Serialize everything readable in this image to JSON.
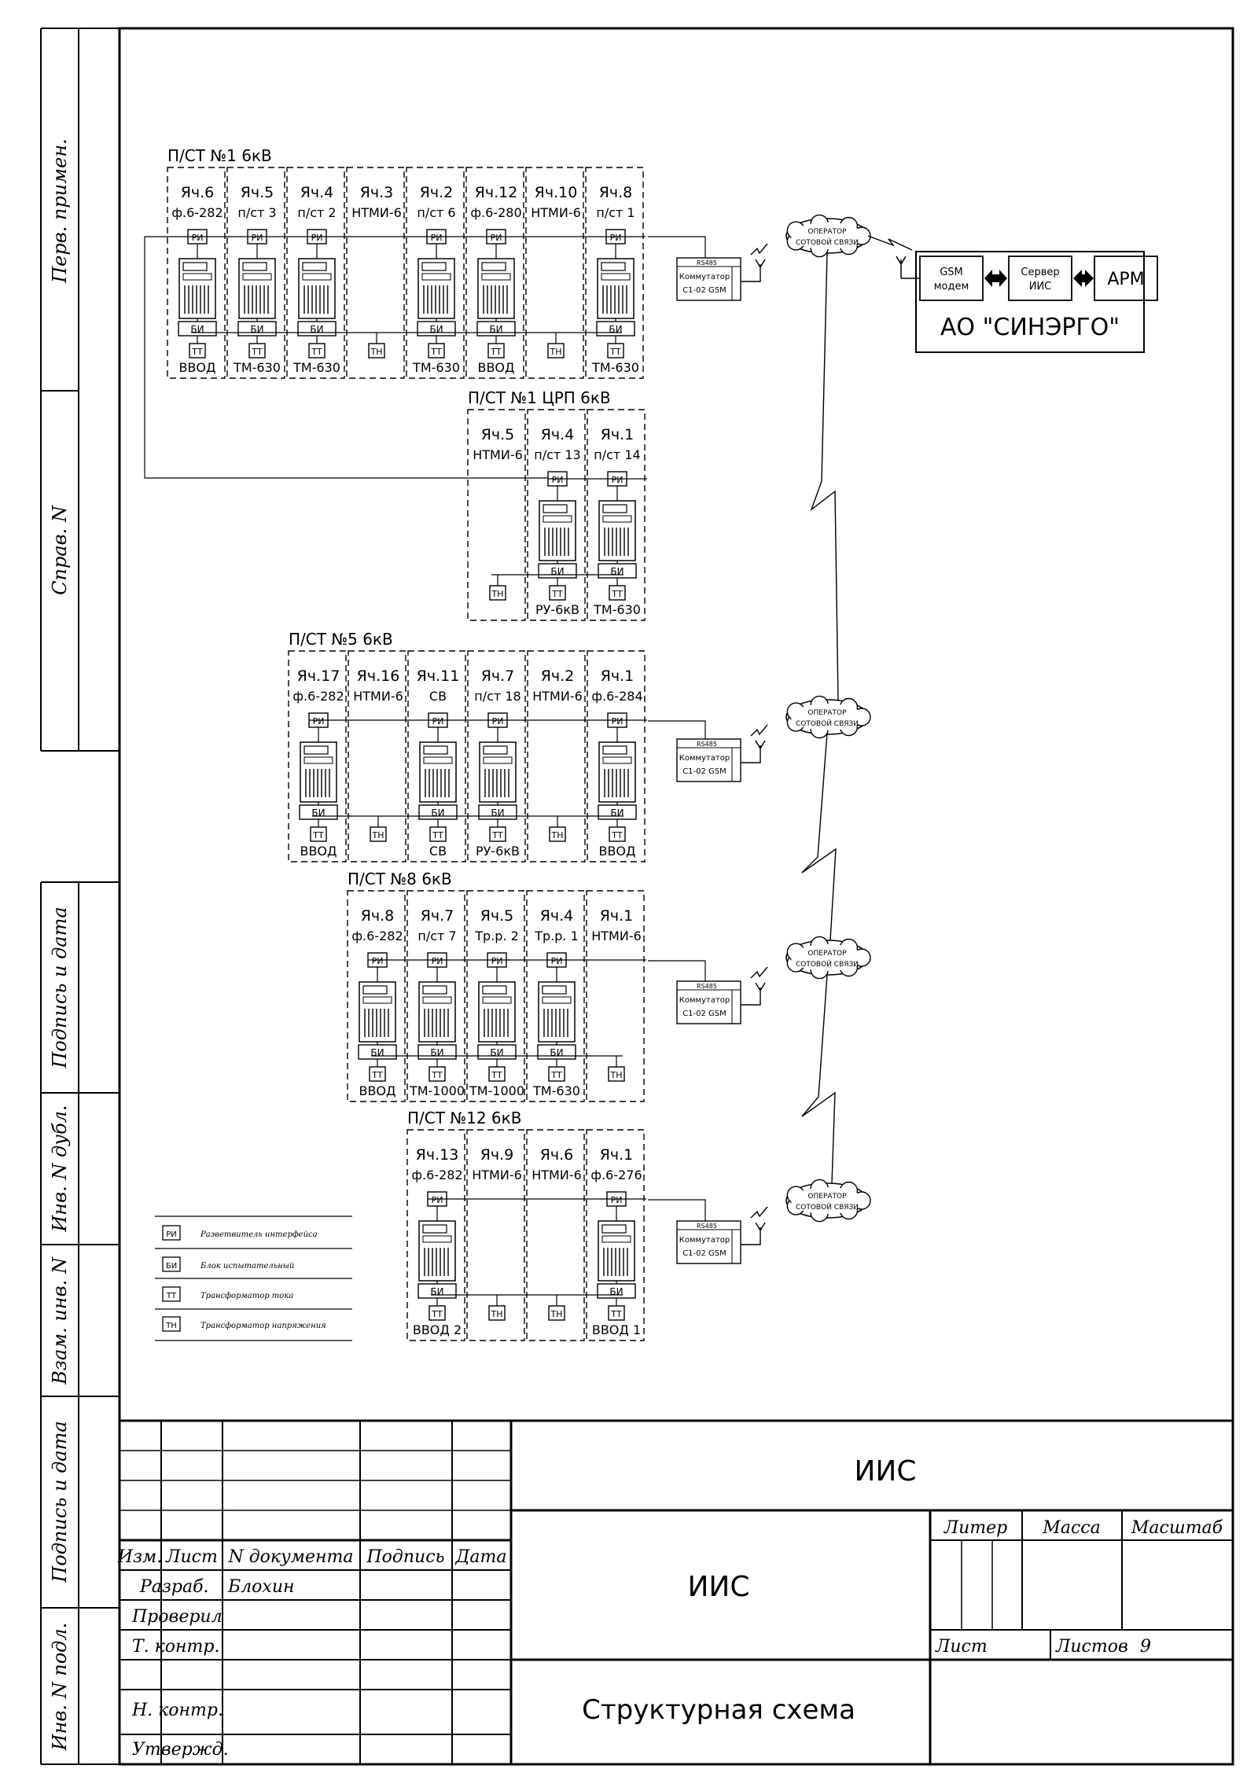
{
  "side_stamps": [
    "Перв. примен.",
    "Справ. N",
    "Подпись и дата",
    "Инв. N дубл.",
    "Взам. инв. N",
    "Подпись и дата",
    "Инв. N подл."
  ],
  "substations": [
    {
      "title": "П/СТ №1 6кВ",
      "cells": [
        {
          "name": "Яч.6",
          "sub": "ф.6-282",
          "meter": true,
          "bottom": "ТТ",
          "label": "ВВОД"
        },
        {
          "name": "Яч.5",
          "sub": "п/ст 3",
          "meter": true,
          "bottom": "ТТ",
          "label": "ТМ-630"
        },
        {
          "name": "Яч.4",
          "sub": "п/ст 2",
          "meter": true,
          "bottom": "ТТ",
          "label": "ТМ-630"
        },
        {
          "name": "Яч.3",
          "sub": "НТМИ-6",
          "meter": false,
          "bottom": "ТН",
          "label": ""
        },
        {
          "name": "Яч.2",
          "sub": "п/ст 6",
          "meter": true,
          "bottom": "ТТ",
          "label": "ТМ-630"
        },
        {
          "name": "Яч.12",
          "sub": "ф.6-280",
          "meter": true,
          "bottom": "ТТ",
          "label": "ВВОД"
        },
        {
          "name": "Яч.10",
          "sub": "НТМИ-6",
          "meter": false,
          "bottom": "ТН",
          "label": ""
        },
        {
          "name": "Яч.8",
          "sub": "п/ст 1",
          "meter": true,
          "bottom": "ТТ",
          "label": "ТМ-630"
        }
      ]
    },
    {
      "title": "П/СТ №1 ЦРП 6кВ",
      "cells": [
        {
          "name": "Яч.5",
          "sub": "НТМИ-6",
          "meter": false,
          "bottom": "ТН",
          "label": ""
        },
        {
          "name": "Яч.4",
          "sub": "п/ст 13",
          "meter": true,
          "bottom": "ТТ",
          "label": "РУ-6кВ"
        },
        {
          "name": "Яч.1",
          "sub": "п/ст 14",
          "meter": true,
          "bottom": "ТТ",
          "label": "ТМ-630"
        }
      ]
    },
    {
      "title": "П/СТ №5 6кВ",
      "cells": [
        {
          "name": "Яч.17",
          "sub": "ф.6-282",
          "meter": true,
          "bottom": "ТТ",
          "label": "ВВОД"
        },
        {
          "name": "Яч.16",
          "sub": "НТМИ-6",
          "meter": false,
          "bottom": "ТН",
          "label": ""
        },
        {
          "name": "Яч.11",
          "sub": "СВ",
          "meter": true,
          "bottom": "ТТ",
          "label": "СВ"
        },
        {
          "name": "Яч.7",
          "sub": "п/ст 18",
          "meter": true,
          "bottom": "ТТ",
          "label": "РУ-6кВ"
        },
        {
          "name": "Яч.2",
          "sub": "НТМИ-6",
          "meter": false,
          "bottom": "ТН",
          "label": ""
        },
        {
          "name": "Яч.1",
          "sub": "ф.6-284",
          "meter": true,
          "bottom": "ТТ",
          "label": "ВВОД"
        }
      ]
    },
    {
      "title": "П/СТ №8 6кВ",
      "cells": [
        {
          "name": "Яч.8",
          "sub": "ф.6-282",
          "meter": true,
          "bottom": "ТТ",
          "label": "ВВОД"
        },
        {
          "name": "Яч.7",
          "sub": "п/ст 7",
          "meter": true,
          "bottom": "ТТ",
          "label": "ТМ-1000"
        },
        {
          "name": "Яч.5",
          "sub": "Тр.р. 2",
          "meter": true,
          "bottom": "ТТ",
          "label": "ТМ-1000"
        },
        {
          "name": "Яч.4",
          "sub": "Тр.р. 1",
          "meter": true,
          "bottom": "ТТ",
          "label": "ТМ-630"
        },
        {
          "name": "Яч.1",
          "sub": "НТМИ-6",
          "meter": false,
          "bottom": "ТН",
          "label": ""
        }
      ]
    },
    {
      "title": "П/СТ №12 6кВ",
      "cells": [
        {
          "name": "Яч.13",
          "sub": "ф.6-282",
          "meter": true,
          "bottom": "ТТ",
          "label": "ВВОД 2"
        },
        {
          "name": "Яч.9",
          "sub": "НТМИ-6",
          "meter": false,
          "bottom": "ТН",
          "label": ""
        },
        {
          "name": "Яч.6",
          "sub": "НТМИ-6",
          "meter": false,
          "bottom": "ТН",
          "label": ""
        },
        {
          "name": "Яч.1",
          "sub": "ф.6-276",
          "meter": true,
          "bottom": "ТТ",
          "label": "ВВОД 1"
        }
      ]
    }
  ],
  "device_labels": {
    "ri": "РИ",
    "bi": "БИ",
    "tt": "ТТ",
    "tn": "ТН",
    "rs485": "RS485",
    "commutator": "Коммутатор",
    "commutator_model": "С1-02 GSM"
  },
  "operator": {
    "line1": "ОПЕРАТОР",
    "line2": "СОТОВОЙ СВЯЗИ"
  },
  "server_group": {
    "gsm": "GSM модем",
    "server": "Сервер ИИС",
    "arm": "АРМ",
    "org": "АО \"СИНЭРГО\""
  },
  "legend": [
    {
      "symbol": "РИ",
      "text": "Разветвитель интерфейса"
    },
    {
      "symbol": "БИ",
      "text": "Блок испытательный"
    },
    {
      "symbol": "ТТ",
      "text": "Трансформатор тока"
    },
    {
      "symbol": "ТН",
      "text": "Трансформатор напряжения"
    }
  ],
  "title_block": {
    "header_cols": [
      "Изм.",
      "Лист",
      "N документа",
      "Подпись",
      "Дата"
    ],
    "roles": [
      "Разраб.",
      "Проверил",
      "Т. контр.",
      "",
      "Н. контр.",
      "Утвержд."
    ],
    "developer": "Блохин",
    "code_top": "ИИС",
    "name": "ИИС",
    "drawing_title": "Структурная схема",
    "col_liter": "Литер",
    "col_massa": "Масса",
    "col_masshtab": "Масштаб",
    "sheet_label": "Лист",
    "sheets_label": "Листов",
    "sheets_value": "9"
  }
}
